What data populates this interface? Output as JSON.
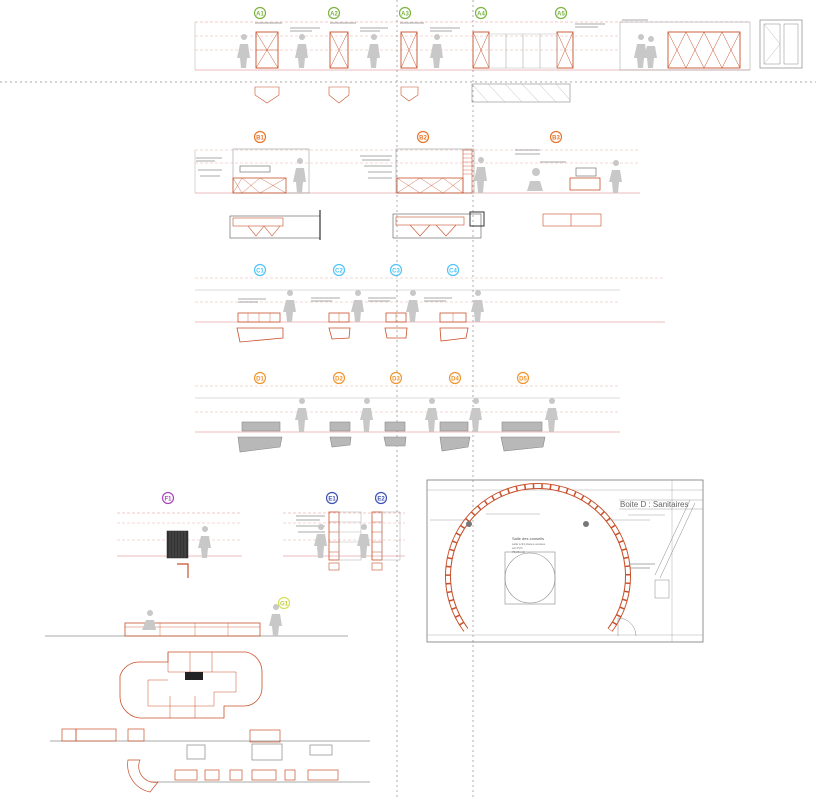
{
  "colors": {
    "group_a": "#7cb342",
    "group_b": "#e8752a",
    "group_c": "#4fc3f7",
    "group_d": "#f0942e",
    "group_e": "#3f51b5",
    "group_f": "#ab47bc",
    "group_g": "#d4e157",
    "furniture": "#c8502a",
    "guide": "#e07a7a",
    "line": "#555555",
    "figure": "#c8c8c8"
  },
  "tags": {
    "a1": "A1",
    "a2": "A2",
    "a3": "A3",
    "a4": "A4",
    "a5": "A5",
    "b1": "B1",
    "b2": "B2",
    "b3": "B3",
    "c1": "C1",
    "c2": "C2",
    "c3": "C3",
    "c4": "C4",
    "d1": "D1",
    "d2": "D2",
    "d3": "D3",
    "d4": "D4",
    "d5": "D5",
    "e1": "E1",
    "e2": "E2",
    "f1": "F1",
    "g1": "G1"
  },
  "plan": {
    "title": "Boite D : Sanitaires",
    "room_label": "Salle des consells",
    "room_note_1": "salle à 94 places assises",
    "room_note_2": "sol PVC",
    "room_note_3": "75,26 m2"
  }
}
